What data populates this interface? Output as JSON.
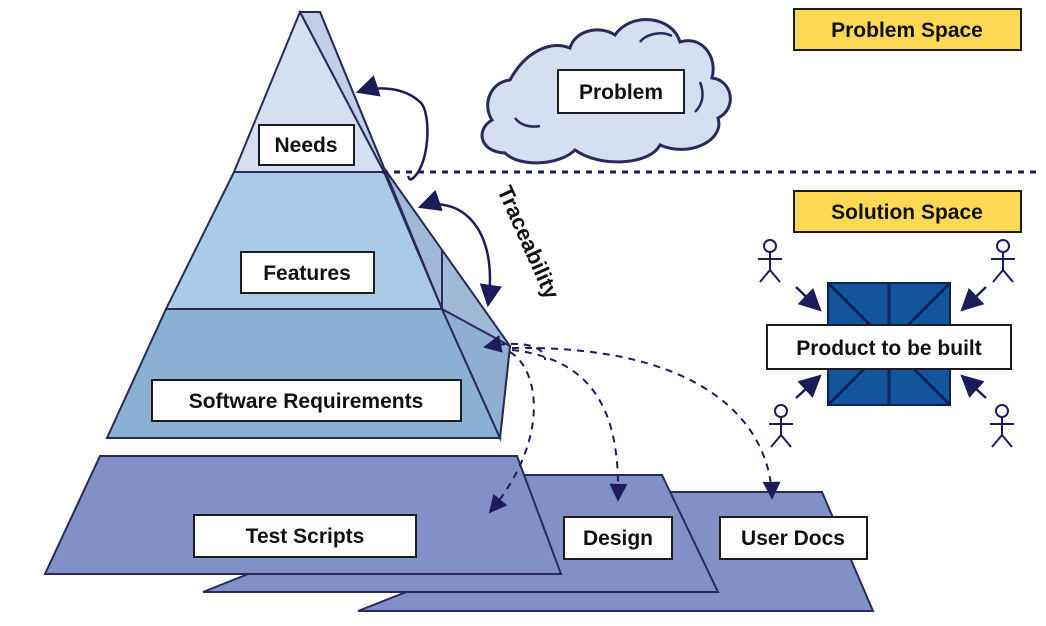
{
  "title_badges": {
    "problem_space": "Problem Space",
    "solution_space": "Solution Space"
  },
  "cloud": {
    "label": "Problem"
  },
  "pyramid": {
    "levels": [
      "Needs",
      "Features",
      "Software Requirements"
    ],
    "traceability_label": "Traceability"
  },
  "artifacts": [
    "Test Scripts",
    "Design",
    "User Docs"
  ],
  "product": {
    "label": "Product to be built",
    "stakeholder_count": 4
  },
  "colors": {
    "badge_fill": "#ffd953",
    "level_needs": "#d6def2",
    "level_features": "#a9cbe8",
    "level_requirements": "#8ab1d4",
    "artifact_plane": "#8190c7",
    "product_box": "#14549c",
    "arrow": "#1c1c5a"
  }
}
